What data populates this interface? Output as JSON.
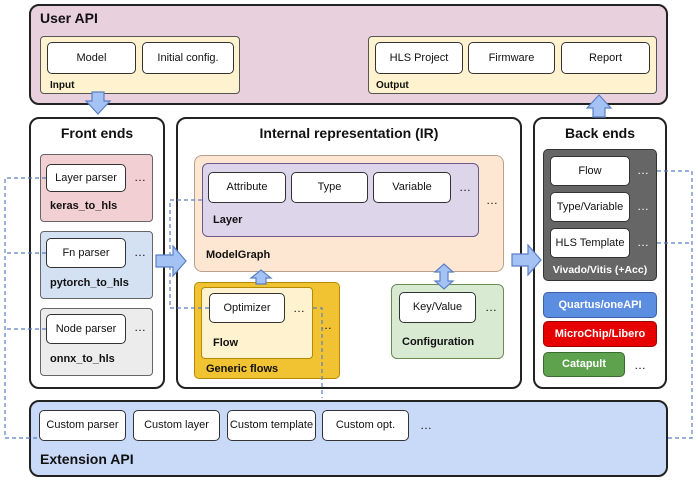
{
  "user_api": {
    "title": "User API",
    "input": {
      "label": "Input",
      "model": "Model",
      "initial_config": "Initial config."
    },
    "output": {
      "label": "Output",
      "hls_project": "HLS Project",
      "firmware": "Firmware",
      "report": "Report"
    }
  },
  "front_ends": {
    "title": "Front ends",
    "keras": {
      "parser": "Layer parser",
      "name": "keras_to_hls"
    },
    "pytorch": {
      "parser": "Fn parser",
      "name": "pytorch_to_hls"
    },
    "onnx": {
      "parser": "Node parser",
      "name": "onnx_to_hls"
    }
  },
  "ir": {
    "title": "Internal representation (IR)",
    "model_graph": "ModelGraph",
    "layer": {
      "label": "Layer",
      "attribute": "Attribute",
      "type": "Type",
      "variable": "Variable"
    },
    "generic_flows": {
      "label": "Generic flows",
      "flow": "Flow",
      "optimizer": "Optimizer"
    },
    "configuration": {
      "label": "Configuration",
      "key_value": "Key/Value"
    }
  },
  "back_ends": {
    "title": "Back ends",
    "vivado": {
      "label": "Vivado/Vitis (+Acc)",
      "flow": "Flow",
      "type_variable": "Type/Variable",
      "hls_template": "HLS Template"
    },
    "quartus": "Quartus/oneAPI",
    "microchip": "MicroChip/Libero",
    "catapult": "Catapult"
  },
  "extension_api": {
    "title": "Extension API",
    "custom_parser": "Custom parser",
    "custom_layer": "Custom layer",
    "custom_template": "Custom template",
    "custom_opt": "Custom opt."
  },
  "ellipsis": "…",
  "colors": {
    "user_api_bg": "#e8d0dd",
    "inout_bg": "#fff3cf",
    "keras_bg": "#f2cfd3",
    "pytorch_bg": "#d3e1f3",
    "onnx_bg": "#ececec",
    "model_graph_bg": "#fde6d2",
    "layer_bg": "#ddd5ea",
    "generic_flows_bg": "#f1c232",
    "flow_bg": "#fff3cf",
    "configuration_bg": "#d9ead3",
    "vivado_bg": "#666666",
    "quartus_bg": "#5b8de0",
    "microchip_bg": "#e60000",
    "catapult_bg": "#5ea24e",
    "extension_bg": "#c9daf8",
    "arrow_fill": "#a4c2f4",
    "arrow_stroke": "#5b7fc4"
  }
}
